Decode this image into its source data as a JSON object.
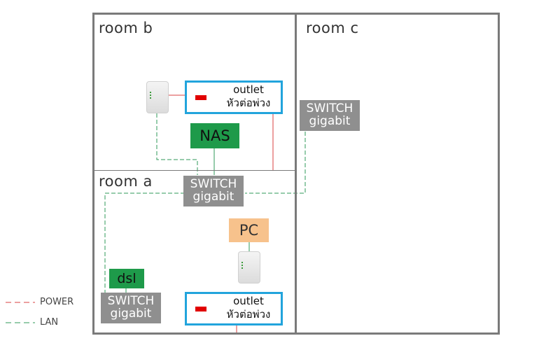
{
  "rooms": {
    "a": "room a",
    "b": "room b",
    "c": "room c"
  },
  "devices": {
    "switch_label": "SWITCH",
    "switch_sub": "gigabit",
    "nas": "NAS",
    "pc": "PC",
    "dsl": "dsl",
    "outlet_label": "outlet",
    "outlet_thai": "หัวต่อพ่วง"
  },
  "legend": {
    "power": "POWER",
    "lan": "LAN"
  },
  "colors": {
    "power": "#d94040",
    "lan": "#2f9a5a",
    "switch": "#8f8f8f",
    "nas_dsl": "#1e9a4a",
    "pc": "#f7c28c",
    "outlet_border": "#22a4dc"
  }
}
